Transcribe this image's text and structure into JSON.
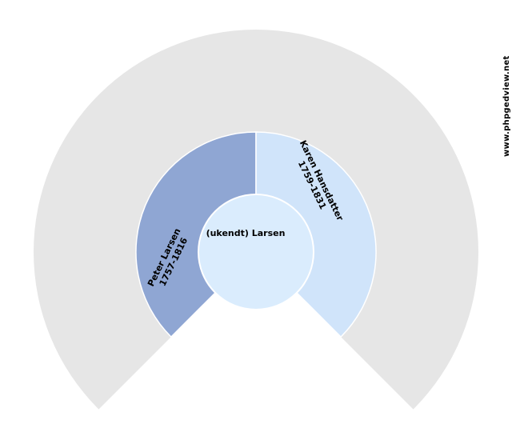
{
  "page": {
    "background": "#ffffff",
    "watermark": "www.phpgedview.net"
  },
  "chart": {
    "type": "genealogy-fan-chart",
    "fan_degrees": 270,
    "empty_color": "#e6e6e6",
    "center_person": {
      "name": "(ukendt) Larsen",
      "color": "#daecfd"
    },
    "ancestors": {
      "father": {
        "name": "Peter Larsen",
        "dates": "1757-1816",
        "color": "#8fa6d3"
      },
      "mother": {
        "name": "Karen Hansdatter",
        "dates": "1759-1831",
        "color": "#d0e4fa"
      }
    }
  }
}
